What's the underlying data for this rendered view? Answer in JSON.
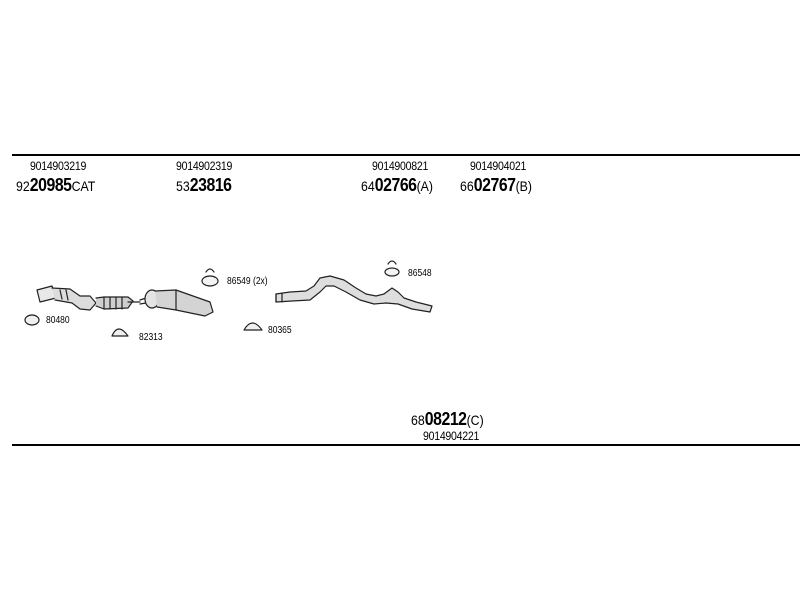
{
  "parts": [
    {
      "oem": "9014903219",
      "prefix": "92",
      "number": "20985",
      "suffix": "CAT"
    },
    {
      "oem": "9014902319",
      "prefix": "53",
      "number": "23816",
      "suffix": ""
    },
    {
      "oem": "9014900821",
      "prefix": "64",
      "number": "02766",
      "suffix": "(A)"
    },
    {
      "oem": "9014904021",
      "prefix": "66",
      "number": "02767",
      "suffix": "(B)"
    },
    {
      "oem": "9014904221",
      "prefix": "68",
      "number": "08212",
      "suffix": "(C)"
    }
  ],
  "fittings": {
    "clamp_80480": "80480",
    "clamp_82313": "82313",
    "hanger_86549": "86549 (2x)",
    "clamp_80365": "80365",
    "hanger_86548": "86548"
  }
}
